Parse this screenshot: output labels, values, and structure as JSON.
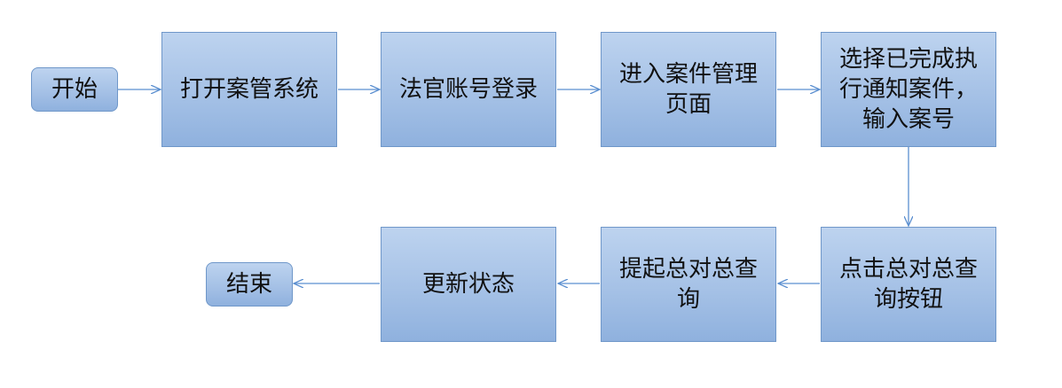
{
  "colors": {
    "box_fill_top": "#bdd3ef",
    "box_fill_bottom": "#8fb1de",
    "box_border": "#6f97c9",
    "arrow": "#5b8fd0"
  },
  "nodes": {
    "start": "开始",
    "open_system": "打开案管系统",
    "login": "法官账号登录",
    "case_page": "进入案件管理\n页面",
    "select_case": "选择已完成执\n行通知案件，\n输入案号",
    "click_button": "点击总对总查\n询按钮",
    "submit_query": "提起总对总查\n询",
    "update_status": "更新状态",
    "end": "结束"
  }
}
